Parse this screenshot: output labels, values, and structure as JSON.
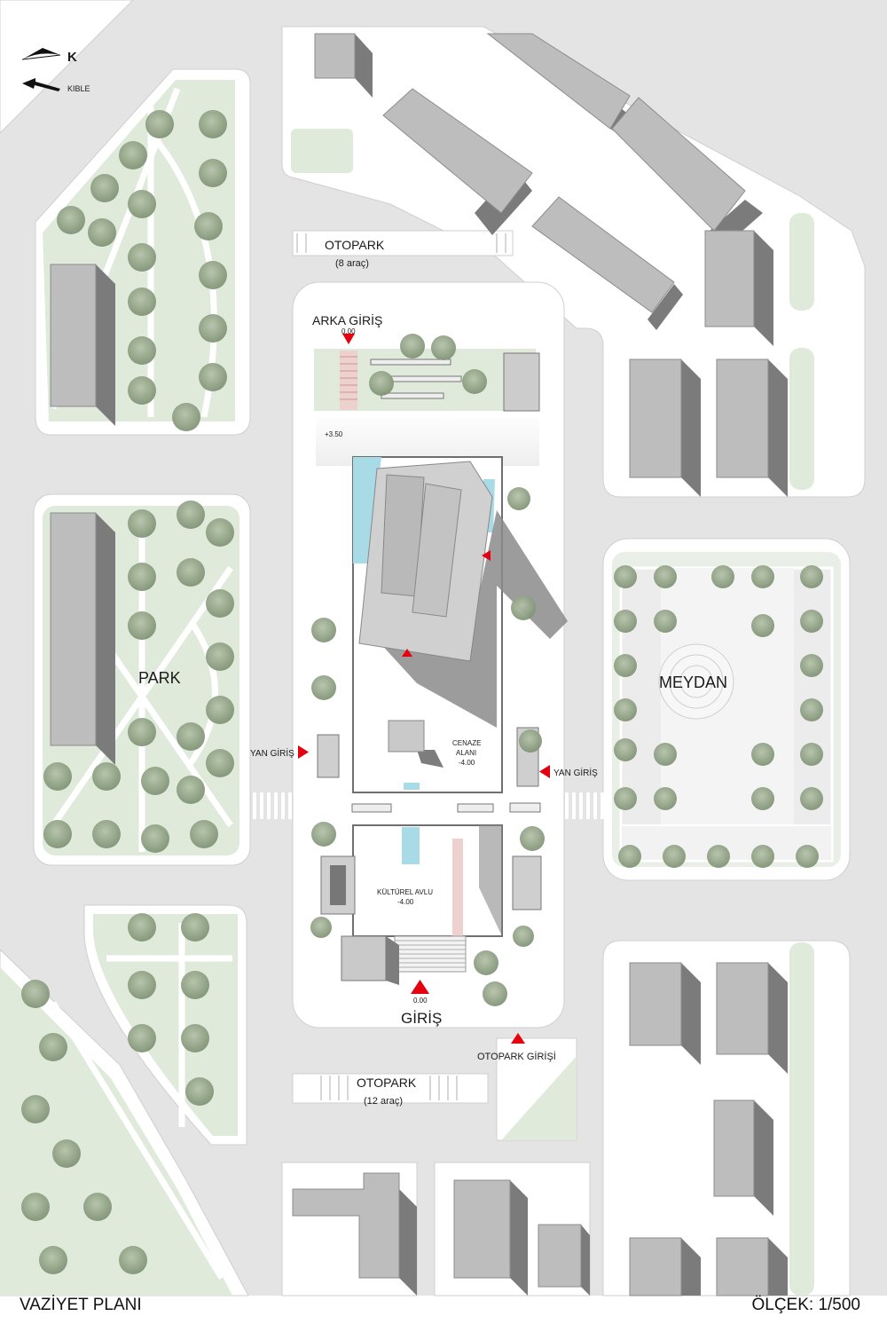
{
  "north": {
    "label": "K"
  },
  "qibla": {
    "label": "KIBLE"
  },
  "title": "VAZİYET PLANI",
  "scale": "ÖLÇEK: 1/500",
  "parking_north": {
    "label": "OTOPARK",
    "capacity": "(8 araç)"
  },
  "parking_south": {
    "label": "OTOPARK",
    "capacity": "(12 araç)"
  },
  "back_entrance": {
    "label": "ARKA GİRİŞ",
    "level": "0.00"
  },
  "main_entrance": {
    "label": "GİRİŞ",
    "level": "0.00"
  },
  "side_entrance_left": {
    "label": "YAN GİRİŞ"
  },
  "side_entrance_right": {
    "label": "YAN GİRİŞ"
  },
  "parking_entrance": {
    "label": "OTOPARK GİRİŞİ"
  },
  "level_upper": "+3.50",
  "funeral_area": {
    "line1": "CENAZE",
    "line2": "ALANI",
    "level": "-4.00"
  },
  "cultural_court": {
    "label": "KÜLTÜREL AVLU",
    "level": "-4.00"
  },
  "park": {
    "label": "PARK"
  },
  "square": {
    "label": "MEYDAN"
  },
  "colors": {
    "road": "#e4e4e4",
    "sidewalk": "#ffffff",
    "grass": "#dfeadb",
    "building_top": "#bdbdbd",
    "building_side": "#7d7d7d",
    "tree": "#8c9e80",
    "water": "#a9dbe6",
    "arrow": "#e4000f"
  }
}
